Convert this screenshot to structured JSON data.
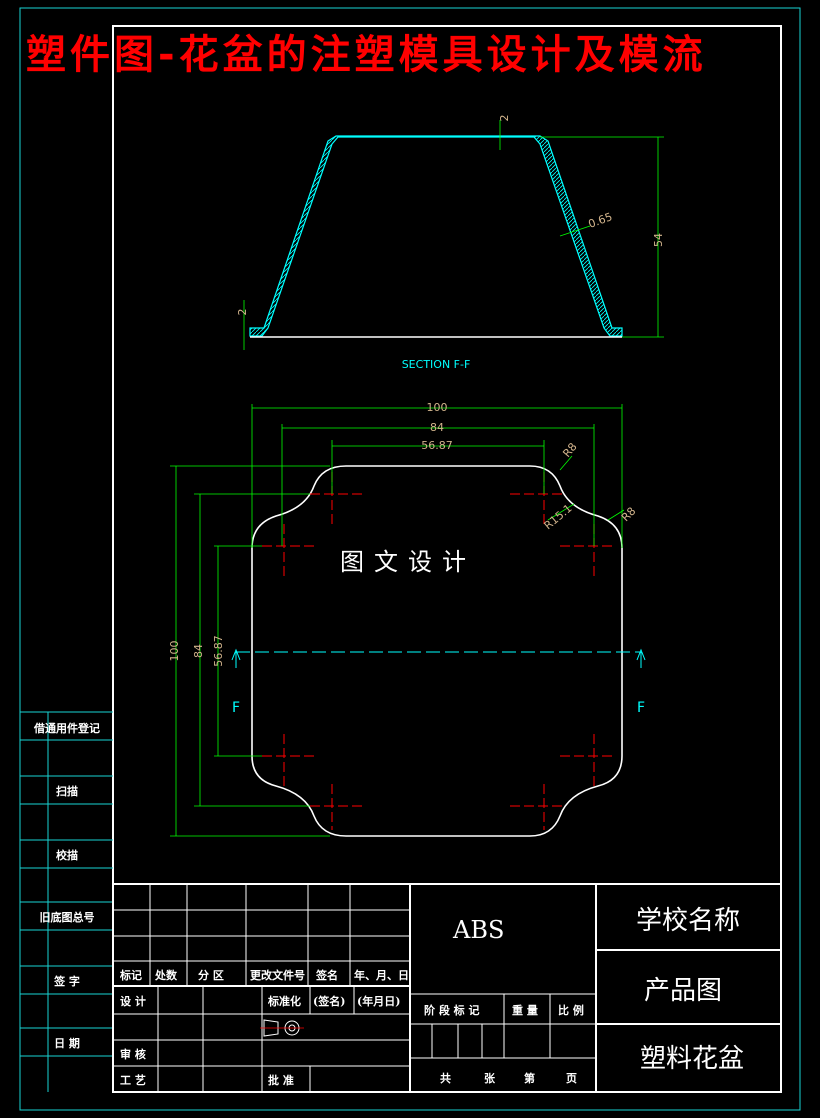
{
  "title": "塑件图-花盆的注塑模具设计及模流",
  "watermark": "图文设计",
  "section": {
    "label": "SECTION F-F",
    "dims": {
      "top_thickness": "2",
      "height": "54",
      "wall": "0.65",
      "base_thickness": "2"
    }
  },
  "plan": {
    "dims": {
      "w100": "100",
      "w84": "84",
      "w5687": "56.87",
      "h100": "100",
      "h84": "84",
      "h5687": "56.87",
      "r8a": "R8",
      "r8b": "R8",
      "r151": "R15.1"
    },
    "cut_left": "F",
    "cut_right": "F"
  },
  "side_panel": [
    "借通用件登记",
    "扫描",
    "校描",
    "旧底图总号",
    "签 字",
    "日 期"
  ],
  "title_block": {
    "row_headers": [
      "标记",
      "处数",
      "分 区",
      "更改文件号",
      "签名",
      "年、月、日"
    ],
    "design": "设 计",
    "standard": "标准化",
    "sign_paren": "(签名)",
    "date_paren": "(年月日)",
    "review": "审 核",
    "craft": "工 艺",
    "approve": "批 准",
    "material": "ABS",
    "stage_headers": [
      "阶 段 标 记",
      "重 量",
      "比 例"
    ],
    "sheet": [
      "共",
      "张",
      "第",
      "页"
    ],
    "school": "学校名称",
    "drawing_type": "产品图",
    "part_name": "塑料花盆"
  },
  "colors": {
    "bg": "#000000",
    "line": "#ffffff",
    "dim": "#00ff00",
    "center": "#ff0000",
    "cyan": "#00ffff",
    "text_dim": "#d2b48c"
  }
}
